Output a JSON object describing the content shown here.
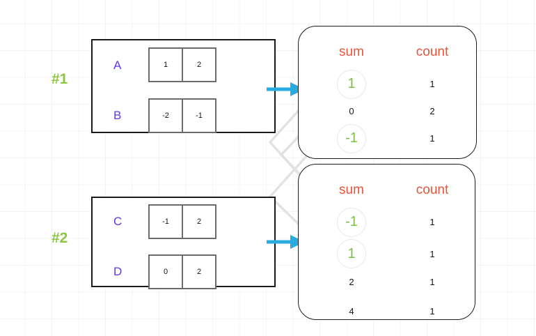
{
  "groups": [
    {
      "label": "#1",
      "rows": [
        {
          "name": "A",
          "cells": [
            "1",
            "2"
          ]
        },
        {
          "name": "B",
          "cells": [
            "-2",
            "-1"
          ]
        }
      ]
    },
    {
      "label": "#2",
      "rows": [
        {
          "name": "C",
          "cells": [
            "-1",
            "2"
          ]
        },
        {
          "name": "D",
          "cells": [
            "0",
            "2"
          ]
        }
      ]
    }
  ],
  "results": [
    {
      "headers": {
        "sum": "sum",
        "count": "count"
      },
      "rows": [
        {
          "sum": "1",
          "count": "1",
          "highlight": true
        },
        {
          "sum": "0",
          "count": "2",
          "highlight": false
        },
        {
          "sum": "-1",
          "count": "1",
          "highlight": true
        }
      ]
    },
    {
      "headers": {
        "sum": "sum",
        "count": "count"
      },
      "rows": [
        {
          "sum": "-1",
          "count": "1",
          "highlight": true
        },
        {
          "sum": "1",
          "count": "1",
          "highlight": true
        },
        {
          "sum": "2",
          "count": "1",
          "highlight": false
        },
        {
          "sum": "4",
          "count": "1",
          "highlight": false
        }
      ]
    }
  ],
  "icons": {
    "arrow_1": "right-arrow-icon",
    "arrow_2": "right-arrow-icon"
  },
  "colors": {
    "group_label": "#8CC63F",
    "row_label": "#6633EE",
    "header": "#E8553C",
    "highlight": "#7AC143",
    "arrow": "#29ABE2",
    "box_border": "#1a1a1a",
    "cell_border": "#6b6b6b",
    "connector": "#e0e0e0"
  }
}
